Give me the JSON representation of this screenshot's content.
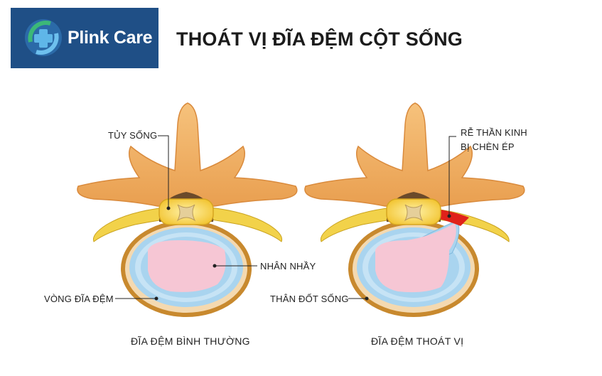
{
  "brand": {
    "name": "Plink Care"
  },
  "title": "THOÁT VỊ ĐĨA ĐỆM CỘT SỐNG",
  "labels": {
    "spinal_cord": "TỦY SỐNG",
    "nerve_root_line1": "RỄ THẦN KINH",
    "nerve_root_line2": "BỊ CHÈN ÉP",
    "nucleus": "NHÂN NHẦY",
    "annulus": "VÒNG ĐĨA ĐỆM",
    "vertebral_body": "THÂN ĐỐT SỐNG"
  },
  "captions": {
    "normal": "ĐĨA ĐỆM BÌNH THƯỜNG",
    "herniated": "ĐĨA ĐỆM THOÁT VỊ"
  },
  "colors": {
    "brand_bg": "#1f4f86",
    "bone": "#f2b46a",
    "bone_shadow": "#d98a3c",
    "nerve": "#f2d24a",
    "disc_outer": "#c8892e",
    "disc_ring": "#a9d4ef",
    "nucleus": "#f6c6d4",
    "compressed_nerve": "#e0221a"
  }
}
